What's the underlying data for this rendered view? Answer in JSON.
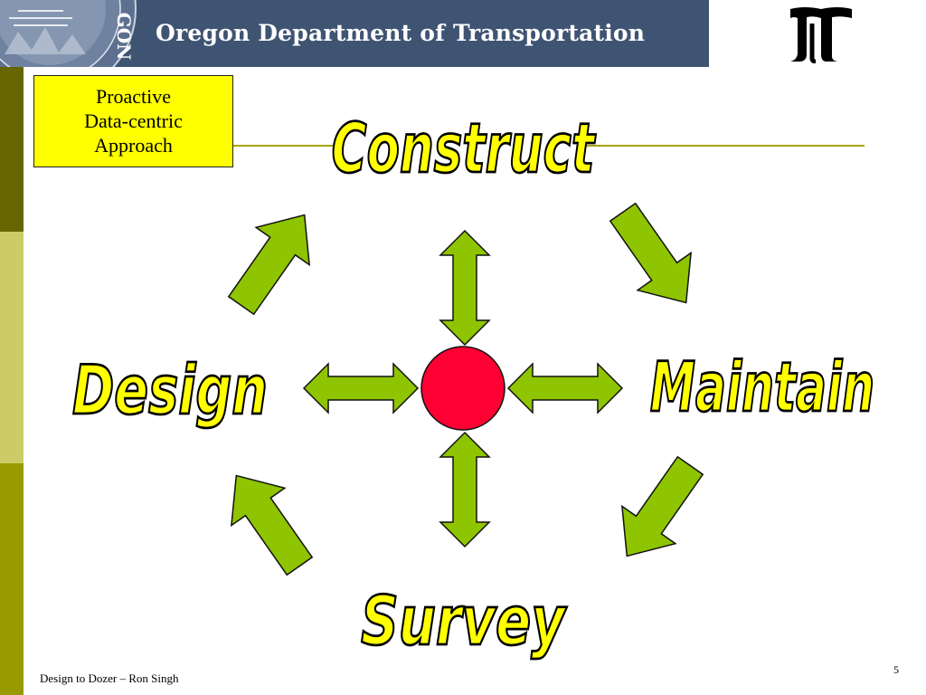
{
  "header": {
    "org_name": "Oregon Department of Transportation",
    "seal_text": "GON",
    "bar_color": "#3f5473"
  },
  "callout": {
    "lines": [
      "Proactive",
      "Data-centric",
      "Approach"
    ],
    "background": "#ffff00"
  },
  "diagram": {
    "nodes": {
      "top": "Construct",
      "right": "Maintain",
      "bottom": "Survey",
      "left": "Design"
    },
    "label_color": "#ffff00",
    "arrow_color": "#8fc400",
    "hub_color": "#ff0033",
    "icons": [
      "up-right-arrow-icon",
      "down-right-arrow-icon",
      "down-left-arrow-icon",
      "up-left-arrow-icon",
      "double-arrow-icon"
    ]
  },
  "footer": {
    "text": "Design to Dozer – Ron Singh",
    "page_number": "5"
  }
}
